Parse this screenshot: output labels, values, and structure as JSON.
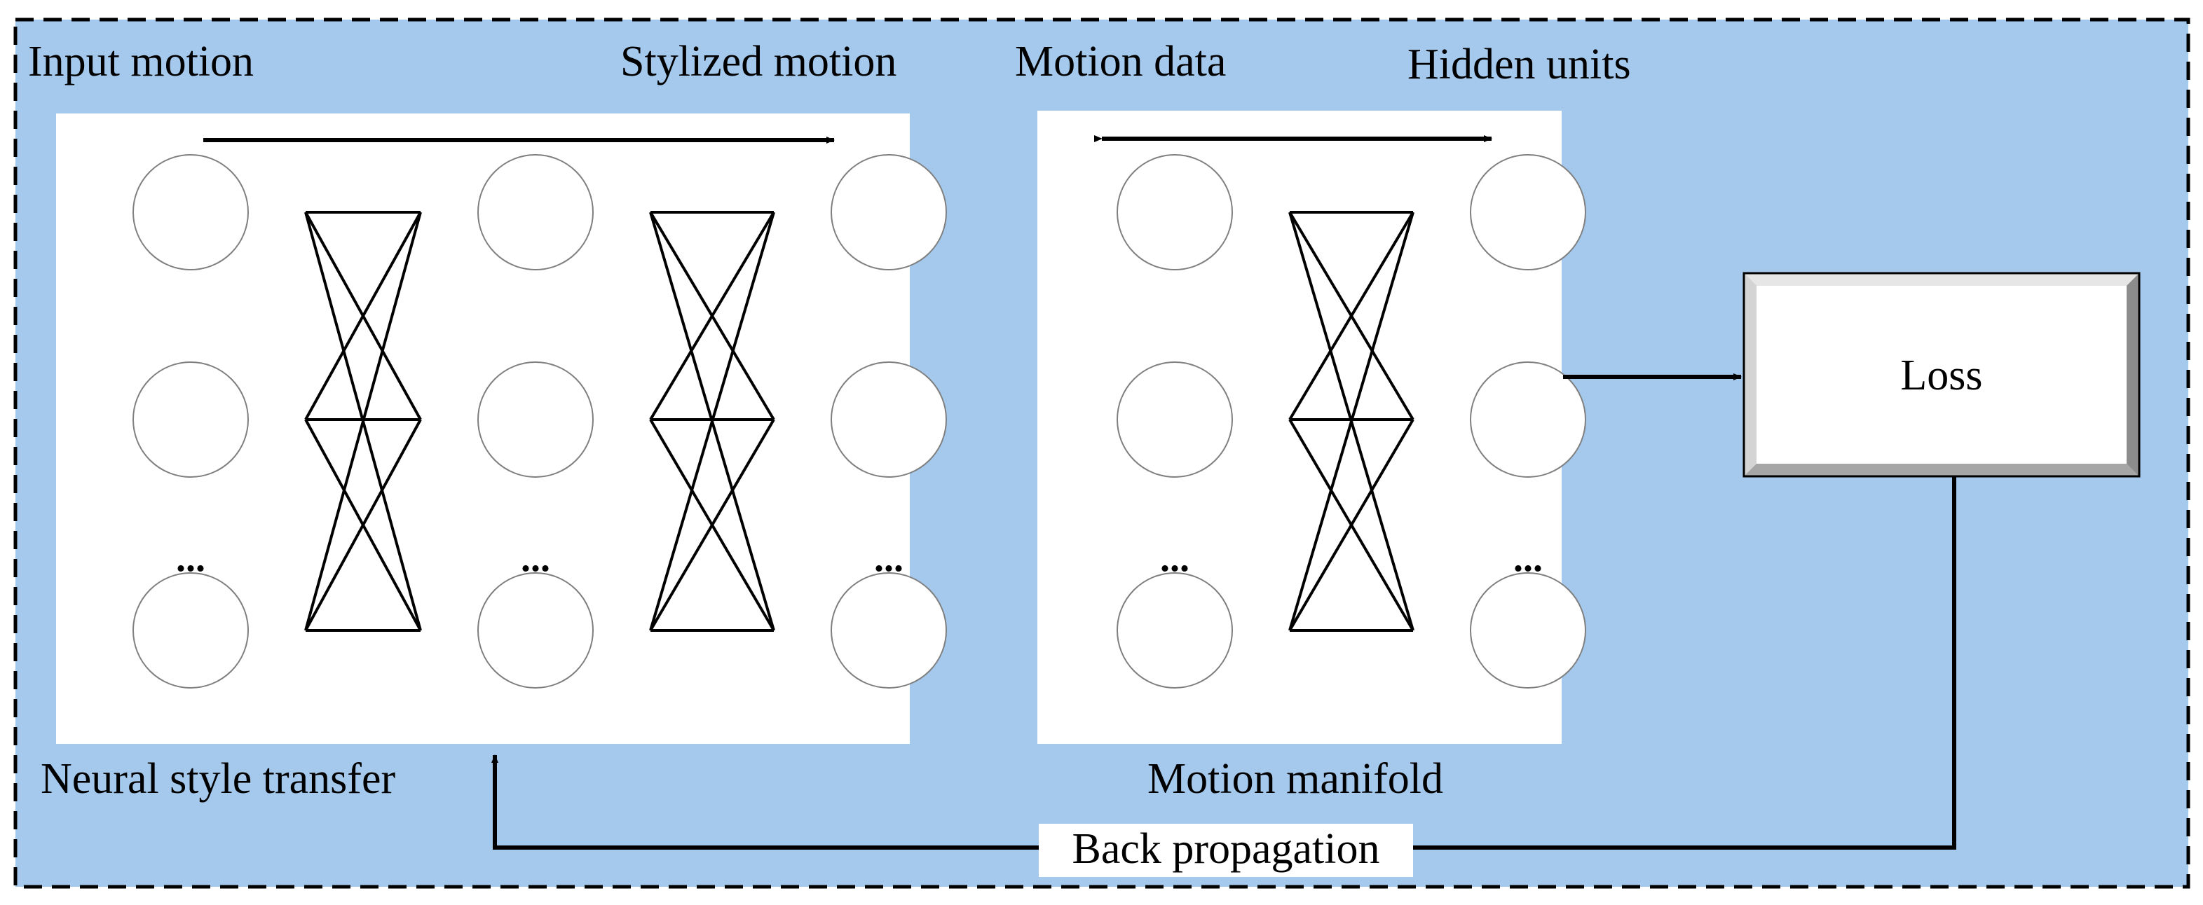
{
  "labels": {
    "input_motion": "Input motion",
    "stylized_motion": "Stylized motion",
    "motion_data": "Motion data",
    "hidden_units": "Hidden units",
    "loss": "Loss",
    "neural_style_transfer": "Neural style transfer",
    "motion_manifold": "Motion manifold",
    "back_propagation": "Back propagation"
  },
  "ellipsis": "...",
  "colors": {
    "background": "#a5c9ec",
    "panel": "#ffffff",
    "stroke": "#000000",
    "node_stroke": "#7f7f7f",
    "loss_face": "#ffffff",
    "loss_bevel_light": "#d9d9d9",
    "loss_bevel_dark": "#8c8c8c"
  },
  "networks": [
    {
      "name": "neural-style-transfer",
      "layers": 3,
      "nodes_per_layer": 3
    },
    {
      "name": "motion-manifold",
      "layers": 2,
      "nodes_per_layer": 3
    }
  ]
}
